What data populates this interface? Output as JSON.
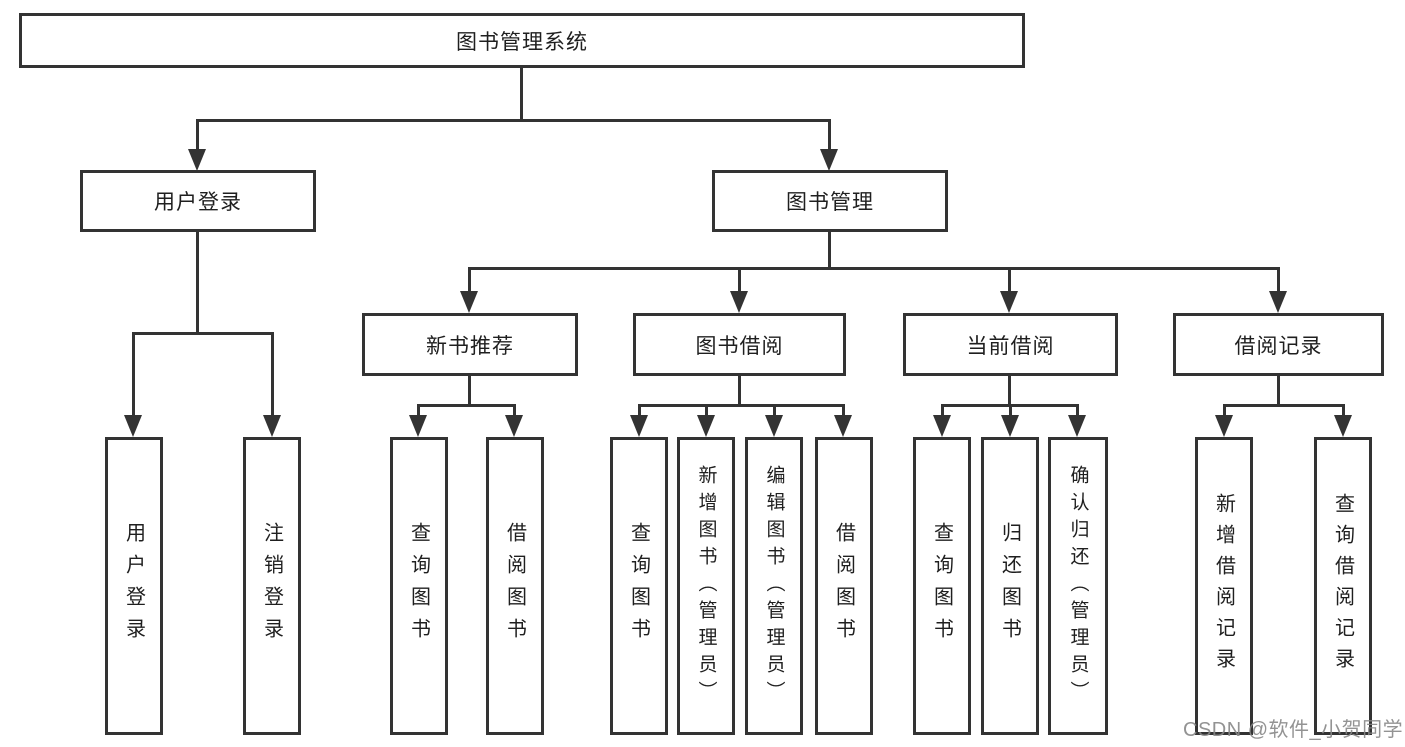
{
  "diagram_type": "hierarchy-tree",
  "root": {
    "label": "图书管理系统"
  },
  "branches": [
    {
      "label": "用户登录",
      "parent": "图书管理系统"
    },
    {
      "label": "图书管理",
      "parent": "图书管理系统"
    }
  ],
  "modules": [
    {
      "label": "新书推荐",
      "parent": "图书管理"
    },
    {
      "label": "图书借阅",
      "parent": "图书管理"
    },
    {
      "label": "当前借阅",
      "parent": "图书管理"
    },
    {
      "label": "借阅记录",
      "parent": "图书管理"
    }
  ],
  "leaves": [
    {
      "label": "用户登录",
      "parent": "用户登录"
    },
    {
      "label": "注销登录",
      "parent": "用户登录"
    },
    {
      "label": "查询图书",
      "parent": "新书推荐"
    },
    {
      "label": "借阅图书",
      "parent": "新书推荐"
    },
    {
      "label": "查询图书",
      "parent": "图书借阅"
    },
    {
      "label": "新增图书（管理员）",
      "parent": "图书借阅"
    },
    {
      "label": "编辑图书（管理员）",
      "parent": "图书借阅"
    },
    {
      "label": "借阅图书",
      "parent": "图书借阅"
    },
    {
      "label": "查询图书",
      "parent": "当前借阅"
    },
    {
      "label": "归还图书",
      "parent": "当前借阅"
    },
    {
      "label": "确认归还（管理员）",
      "parent": "当前借阅"
    },
    {
      "label": "新增借阅记录",
      "parent": "借阅记录"
    },
    {
      "label": "查询借阅记录",
      "parent": "借阅记录"
    }
  ],
  "watermark": {
    "text": "CSDN @软件_小贺同学",
    "color": "#878787"
  },
  "colors": {
    "line": "#333333",
    "border": "#333333",
    "text": "#1f1f1f",
    "background": "#ffffff"
  }
}
